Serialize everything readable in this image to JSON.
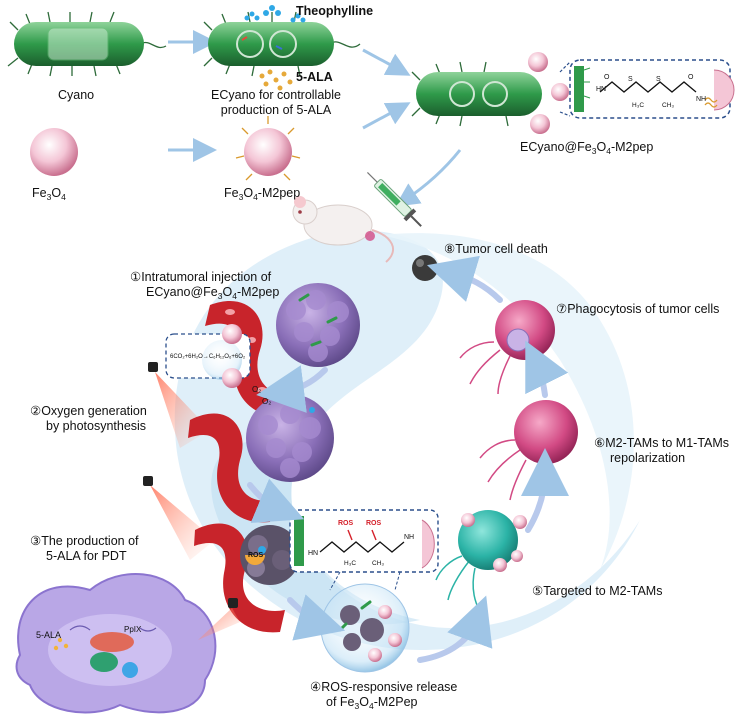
{
  "labels": {
    "cyano": "Cyano",
    "fe3o4_base": "Fe",
    "fe3o4_sub3": "3",
    "fe3o4_o": "O",
    "fe3o4_sub4": "4",
    "theophylline": "Theophylline",
    "ala": "5-ALA",
    "ecyano_line1": "ECyano for controllable",
    "ecyano_line2": "production of 5-ALA",
    "m2pep_suffix": "-M2pep",
    "ecyano_fe_prefix": "ECyano@Fe",
    "tumor_death": "⑧Tumor cell death",
    "phagocytosis": "⑦Phagocytosis of tumor cells",
    "step1_line1": "①Intratumoral injection of",
    "step1_line2_prefix": "ECyano@Fe",
    "step1_line2_suffix": "-M2pep",
    "step2_line1": "②Oxygen generation",
    "step2_line2": "by photosynthesis",
    "step3_line1": "③The production of",
    "step3_line2": "5-ALA for PDT",
    "step6_line1": "⑥M2-TAMs to M1-TAMs",
    "step6_line2": "repolarization",
    "step5": "⑤Targeted to M2-TAMs",
    "step4_line1": "④ROS-responsive release",
    "step4_line2_prefix": "of Fe",
    "step4_line2_suffix": "-M2Pep",
    "cell_ala": "5-ALA",
    "ppix": "PpIX",
    "ros": "ROS",
    "equation": "6CO₂+6H₂O→C₆H₁₂O₆+6O₂",
    "o2": "O₂",
    "chem_nh": "NH",
    "chem_hn": "HN",
    "chem_h3c": "H₃C",
    "chem_ch3": "CH₃",
    "chem_o": "O",
    "chem_s": "S"
  },
  "colors": {
    "bacteria": "#2f9a4a",
    "bacteria_dark": "#1f6b33",
    "fe3o4": "#e9a6bd",
    "vessel": "#c8242b",
    "tumor": "#8a6fb8",
    "m2": "#2bb3a6",
    "m1": "#d24a84",
    "arrow": "#9fc5e6",
    "swirl": "#cfe7f7"
  },
  "icons": [
    "bacterium-icon",
    "nanoparticle-icon",
    "mouse-icon",
    "syringe-icon",
    "lamp-icon",
    "macrophage-icon",
    "tumor-icon",
    "cell-icon"
  ]
}
